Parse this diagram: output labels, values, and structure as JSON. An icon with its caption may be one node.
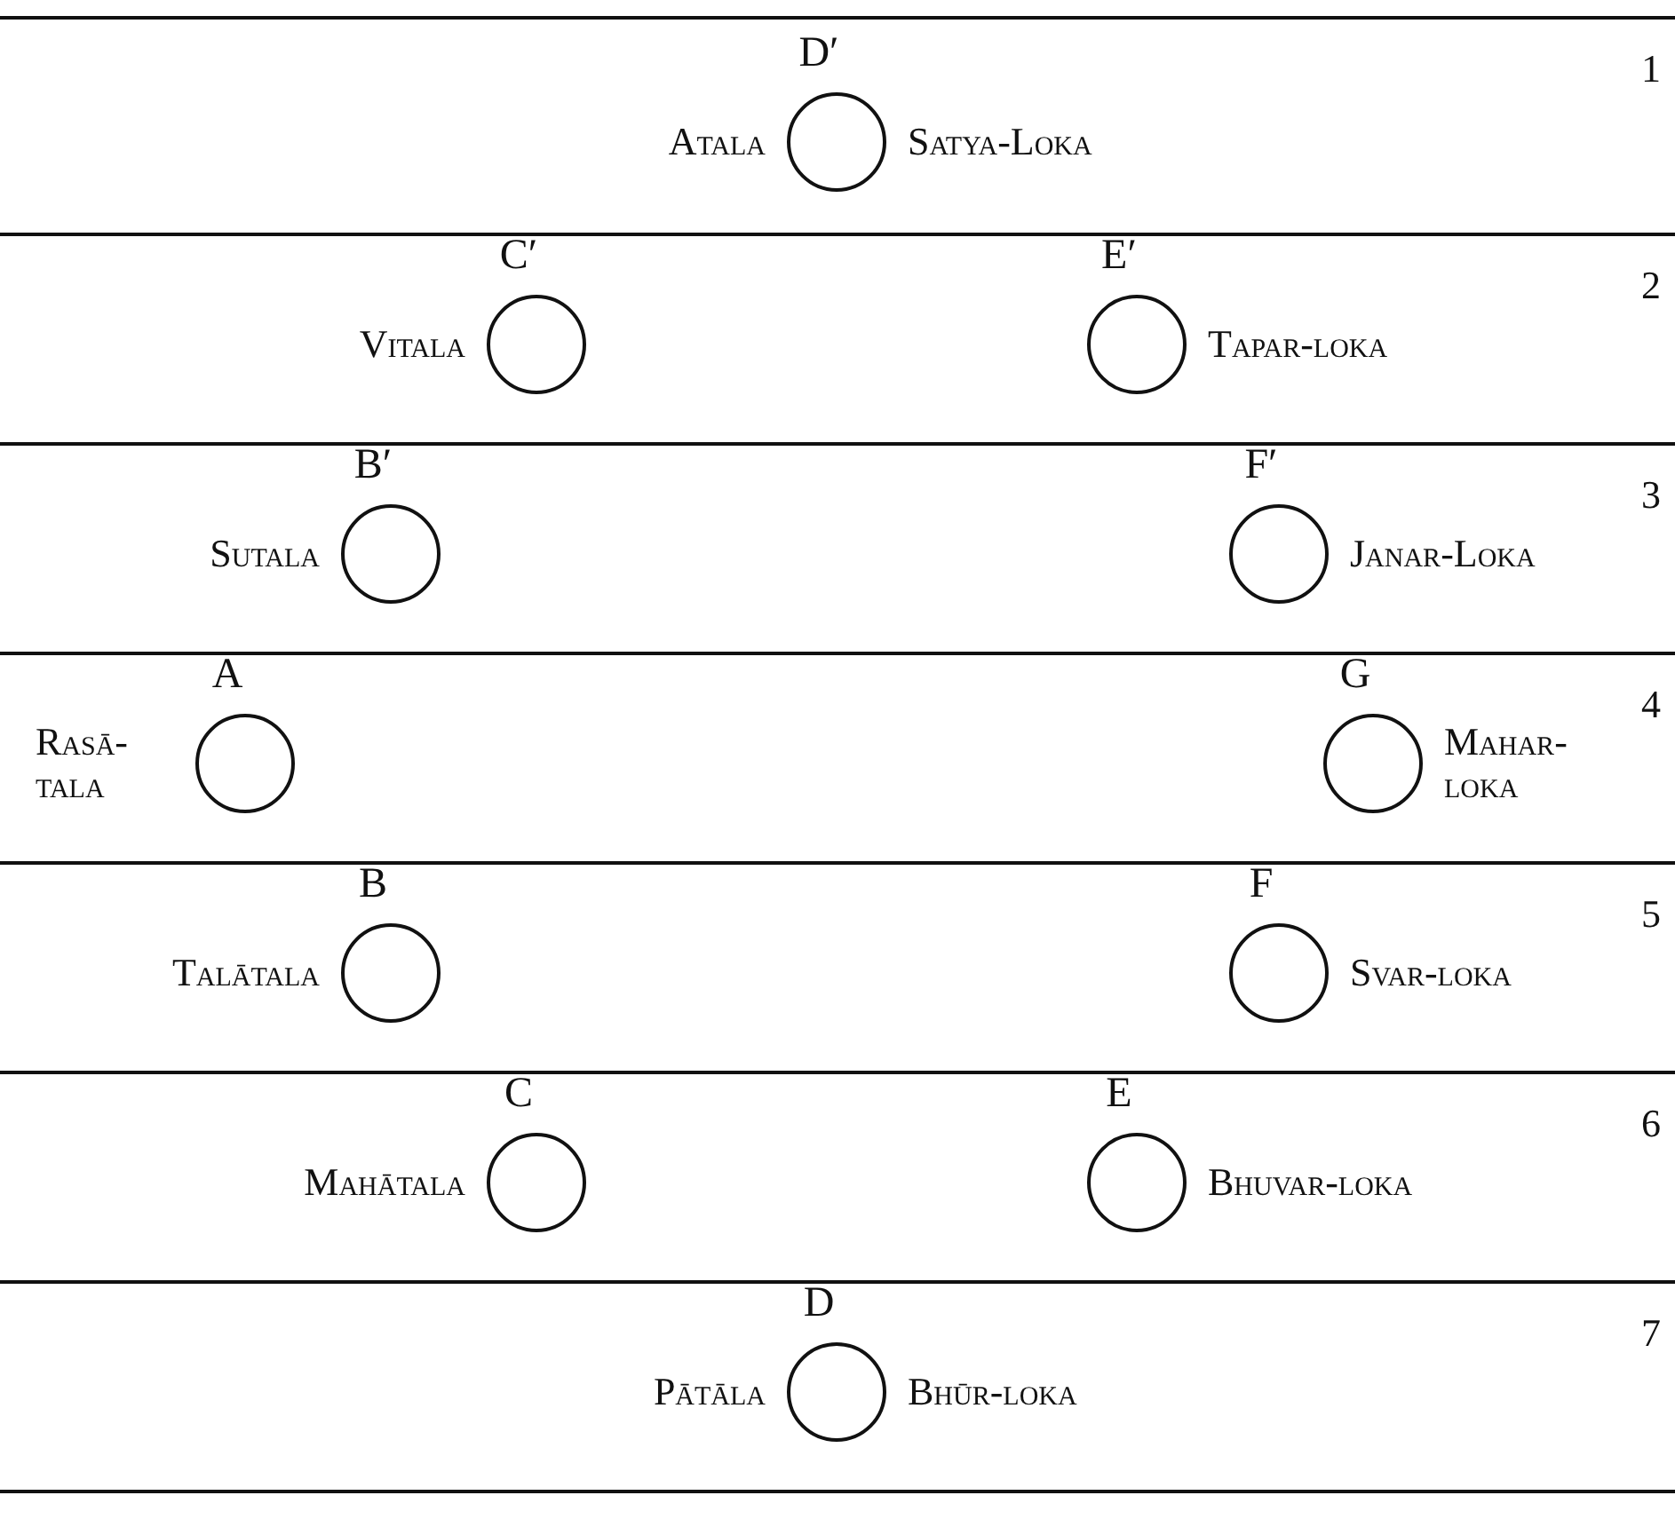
{
  "diagram": {
    "nodes": [
      {
        "text": [
          "D′"
        ],
        "beside": [
          "Atala",
          "Satya-Loka"
        ]
      },
      {
        "text": [
          "C′"
        ],
        "beside": [
          "Vitala"
        ]
      },
      {
        "text": [
          "E′"
        ],
        "beside": [
          "Tapar-loka"
        ]
      },
      {
        "text": [
          "B′"
        ],
        "beside": [
          "Sutala"
        ]
      },
      {
        "text": [
          "F′"
        ],
        "beside": [
          "Janar-Loka"
        ]
      },
      {
        "text": [
          "A"
        ],
        "beside": [
          "Rasā-tala"
        ]
      },
      {
        "text": [
          "G"
        ],
        "beside": [
          "Mahar-loka"
        ]
      },
      {
        "text": [
          "B"
        ],
        "beside": [
          "Talātala"
        ]
      },
      {
        "text": [
          "F"
        ],
        "beside": [
          "Svar-loka"
        ]
      },
      {
        "text": [
          "C"
        ],
        "beside": [
          "Mahātala"
        ]
      },
      {
        "text": [
          "E"
        ],
        "beside": [
          "Bhuvar-loka"
        ]
      },
      {
        "text": [
          "D"
        ],
        "beside": [
          "Pātāla",
          "Bhūr-loka"
        ]
      }
    ],
    "labels": [
      "1",
      "2",
      "3",
      "4",
      "5",
      "6",
      "7"
    ]
  }
}
